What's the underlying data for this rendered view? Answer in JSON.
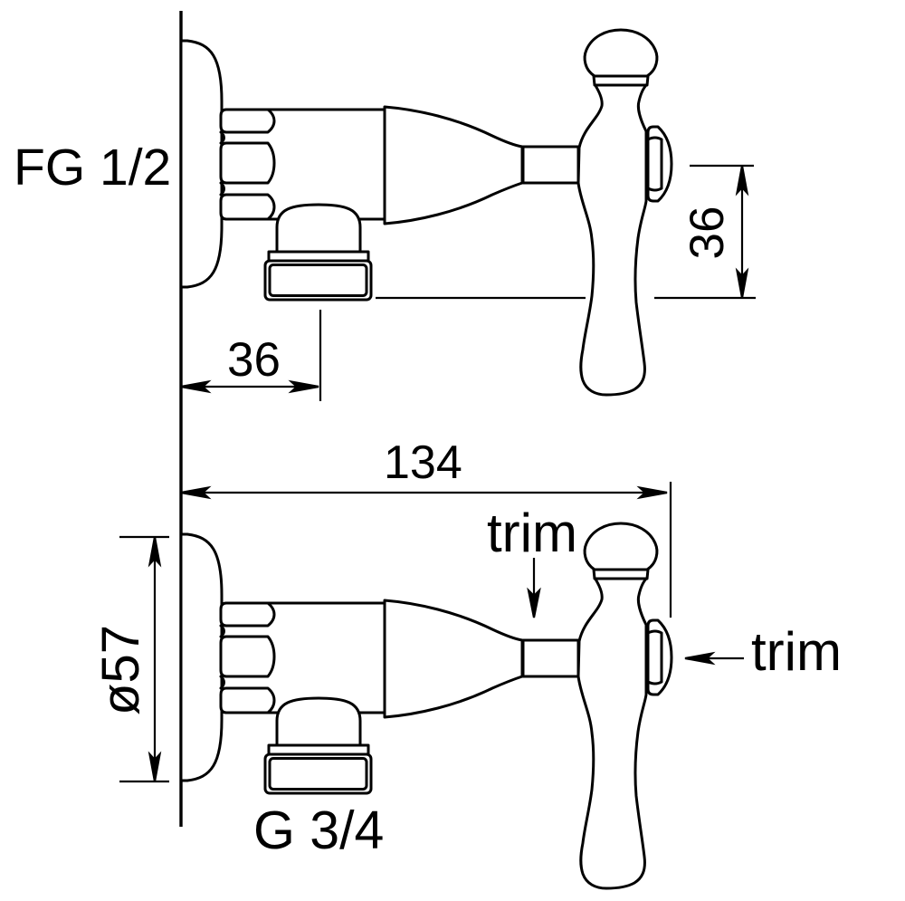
{
  "drawing": {
    "background": "#ffffff",
    "line_color": "#000000",
    "labels": {
      "inlet_thread": "FG 1/2",
      "outlet_thread": "G 3/4",
      "trim_stem": "trim",
      "trim_handle_nut": "trim"
    },
    "dimensions": {
      "outlet_offset": "36",
      "handle_drop": "36",
      "projection": "134",
      "flange_diameter": "ø57"
    }
  }
}
